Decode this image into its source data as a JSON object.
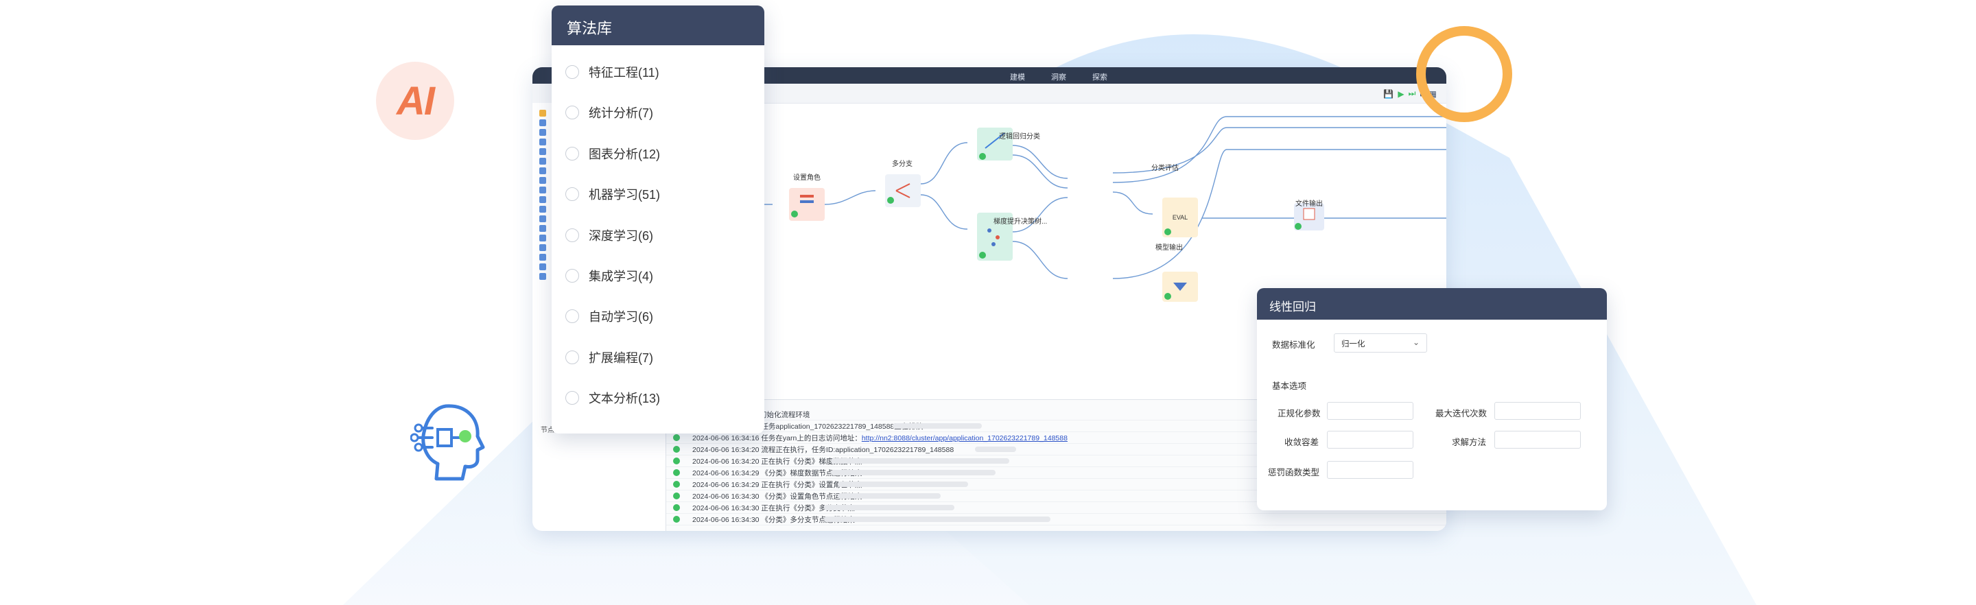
{
  "badge": {
    "text": "AI"
  },
  "window": {
    "menu": [
      "建模",
      "洞察",
      "探索"
    ],
    "nodes": [
      "设置角色",
      "多分支",
      "逻辑回归分类",
      "梯度提升决策树...",
      "分类评估",
      "模型输出",
      "文件输出"
    ],
    "node_text": {
      "eval": "EVAL"
    },
    "status_label": "节点",
    "log": [
      {
        "text": "初始化流程环境",
        "link": ""
      },
      {
        "text": "2024-06-06 16:34:09 任务application_1702623221789_148588正在排队",
        "link": ""
      },
      {
        "text": "2024-06-06 16:34:16 任务在yarn上的日志访问地址：",
        "link": "http://nn2:8088/cluster/app/application_1702623221789_148588"
      },
      {
        "text": "2024-06-06 16:34:20 流程正在执行，任务ID:application_1702623221789_148588",
        "link": ""
      },
      {
        "text": "2024-06-06 16:34:20 正在执行《分类》梯度数据节点",
        "link": ""
      },
      {
        "text": "2024-06-06 16:34:29 《分类》梯度数据节点运行结束",
        "link": ""
      },
      {
        "text": "2024-06-06 16:34:29 正在执行《分类》设置角色节点",
        "link": ""
      },
      {
        "text": "2024-06-06 16:34:30 《分类》设置角色节点运行结束",
        "link": ""
      },
      {
        "text": "2024-06-06 16:34:30 正在执行《分类》多分支节点",
        "link": ""
      },
      {
        "text": "2024-06-06 16:34:30 《分类》多分支节点运行结束",
        "link": ""
      }
    ]
  },
  "library": {
    "title": "算法库",
    "items": [
      "特征工程(11)",
      "统计分析(7)",
      "图表分析(12)",
      "机器学习(51)",
      "深度学习(6)",
      "集成学习(4)",
      "自动学习(6)",
      "扩展编程(7)",
      "文本分析(13)"
    ]
  },
  "lr": {
    "title": "线性回归",
    "std_label": "数据标准化",
    "std_value": "归一化",
    "basic_label": "基本选项",
    "reg_param": "正规化参数",
    "max_iter": "最大迭代次数",
    "tol": "收敛容差",
    "solver": "求解方法",
    "penalty": "惩罚函数类型"
  },
  "colors": {
    "panel_header": "#3c4864",
    "accent_orange": "#f9b24f",
    "ai_badge": "#f07a4e",
    "success": "#3dbf61",
    "link": "#2a51c8"
  }
}
